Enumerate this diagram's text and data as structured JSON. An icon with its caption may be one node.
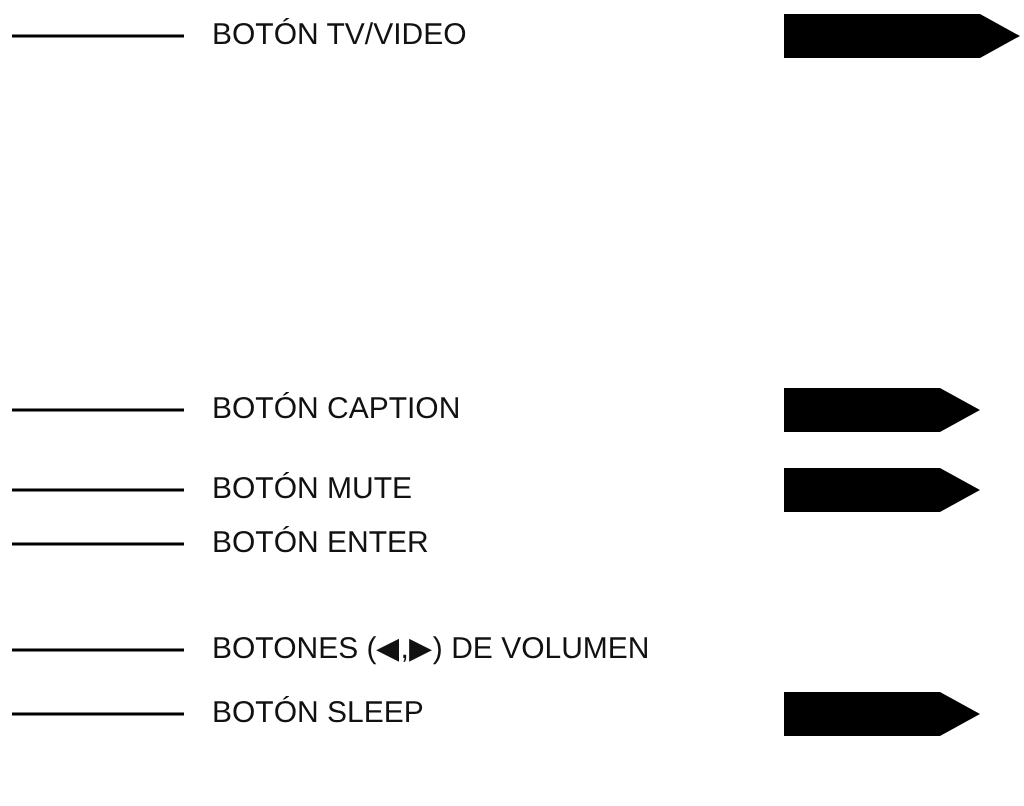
{
  "diagram": {
    "nodes": [
      {
        "text": [
          "BOTÓN TV/VIDEO"
        ]
      },
      {
        "text": [
          "BOTÓN CAPTION"
        ]
      },
      {
        "text": [
          "BOTÓN MUTE"
        ]
      },
      {
        "text": [
          "BOTÓN ENTER"
        ]
      },
      {
        "text": [
          "BOTONES (◀,▶) DE VOLUMEN"
        ]
      },
      {
        "text": [
          "BOTÓN SLEEP"
        ]
      }
    ],
    "edges": [
      {
        "from": 0,
        "to": null,
        "arrow": "none"
      },
      {
        "from": 1,
        "to": null,
        "arrow": "none"
      },
      {
        "from": 2,
        "to": null,
        "arrow": "none"
      },
      {
        "from": 3,
        "to": null,
        "arrow": "none"
      },
      {
        "from": 4,
        "to": null,
        "arrow": "none"
      },
      {
        "from": 5,
        "to": null,
        "arrow": "none"
      }
    ]
  }
}
